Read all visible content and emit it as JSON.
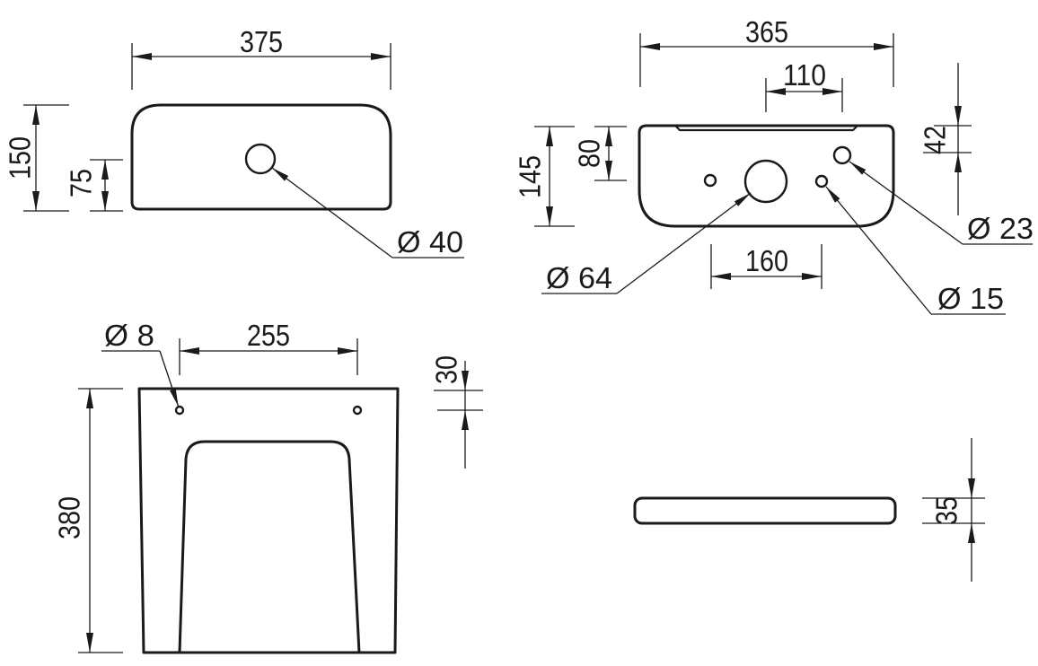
{
  "page": {
    "type": "technical dimension drawing",
    "background": "#ffffff",
    "ink_color": "#1a1a1a"
  },
  "views": {
    "lid_front": {
      "dims": {
        "width": "375",
        "height": "150",
        "hole_center_height": "75",
        "hole_diameter": "Ø 40"
      }
    },
    "cistern_bottom": {
      "dims": {
        "width": "365",
        "hole_spacing_top": "110",
        "depth": "145",
        "hole_row_depth": "80",
        "corner_hole_depth": "42",
        "hole_spacing_bottom": "160",
        "flush_valve_diameter": "Ø 64",
        "corner_hole_diameter": "Ø 23",
        "inlet_hole_diameter": "Ø 15"
      }
    },
    "pedestal_back": {
      "dims": {
        "fixing_hole_diameter": "Ø 8",
        "fixing_hole_spacing": "255",
        "fixing_hole_drop": "30",
        "height": "380"
      }
    },
    "lid_profile": {
      "dims": {
        "thickness": "35"
      }
    }
  }
}
